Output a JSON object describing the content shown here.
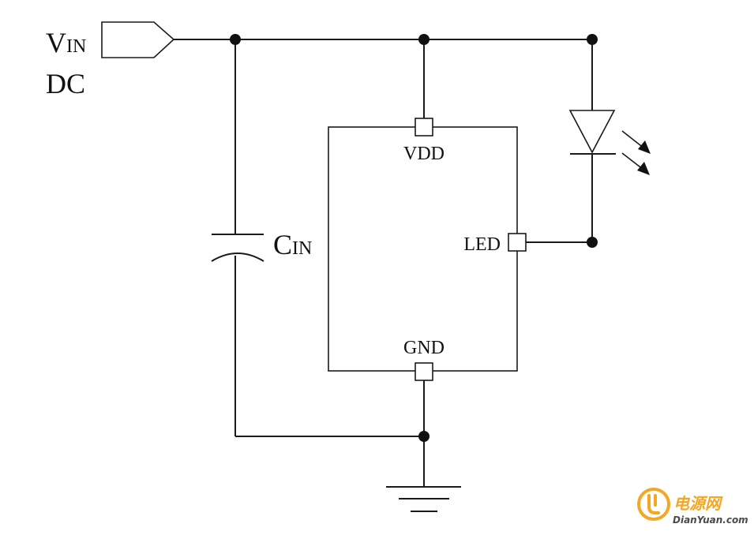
{
  "labels": {
    "vin_main": "V",
    "vin_sub": "IN",
    "dc": "DC",
    "cin_main": "C",
    "cin_sub": "IN",
    "pin_vdd": "VDD",
    "pin_led": "LED",
    "pin_gnd": "GND"
  },
  "watermark": {
    "text_cn": "电源网",
    "text_en": "DianYuan.com",
    "color": "#f5a623"
  },
  "colors": {
    "wire": "#1a1a1a",
    "background": "#ffffff"
  }
}
